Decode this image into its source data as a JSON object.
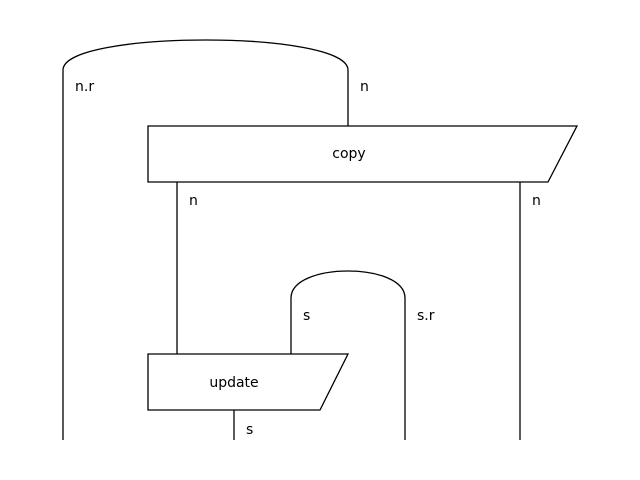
{
  "diagram": {
    "boxes": {
      "copy": "copy",
      "update": "update"
    },
    "wires": {
      "cup_top_left": "n.r",
      "cup_top_right": "n",
      "copy_out_left": "n",
      "copy_out_right": "n",
      "cup_mid_left": "s",
      "cup_mid_right": "s.r",
      "update_out": "s"
    }
  },
  "colors": {
    "stroke": "#000000",
    "background": "#ffffff"
  }
}
